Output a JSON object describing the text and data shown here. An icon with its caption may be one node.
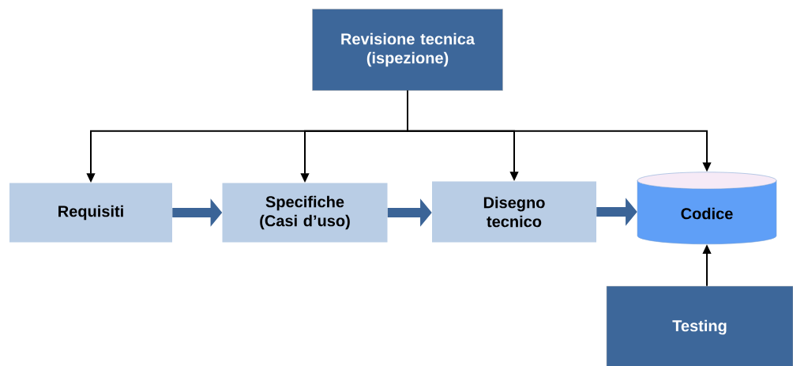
{
  "diagram": {
    "nodes": [
      {
        "text": [
          "Revisione tecnica (ispezione)"
        ]
      },
      {
        "text": [
          "Requisiti"
        ]
      },
      {
        "text": [
          "Specifiche (Casi d’uso)"
        ]
      },
      {
        "text": [
          "Disegno tecnico"
        ]
      },
      {
        "text": [
          "Codice"
        ]
      },
      {
        "text": [
          "Testing"
        ]
      }
    ],
    "edges": [
      {
        "from": 0,
        "to": 1,
        "arrow": "to"
      },
      {
        "from": 0,
        "to": 2,
        "arrow": "to"
      },
      {
        "from": 0,
        "to": 3,
        "arrow": "to"
      },
      {
        "from": 0,
        "to": 4,
        "arrow": "to"
      },
      {
        "from": 1,
        "to": 2,
        "arrow": "to",
        "style": "thick",
        "color": "#3b6497"
      },
      {
        "from": 2,
        "to": 3,
        "arrow": "to",
        "style": "thick",
        "color": "#3b6497"
      },
      {
        "from": 3,
        "to": 4,
        "arrow": "to",
        "style": "thick",
        "color": "#3b6497"
      },
      {
        "from": 5,
        "to": 4,
        "arrow": "to"
      }
    ]
  }
}
